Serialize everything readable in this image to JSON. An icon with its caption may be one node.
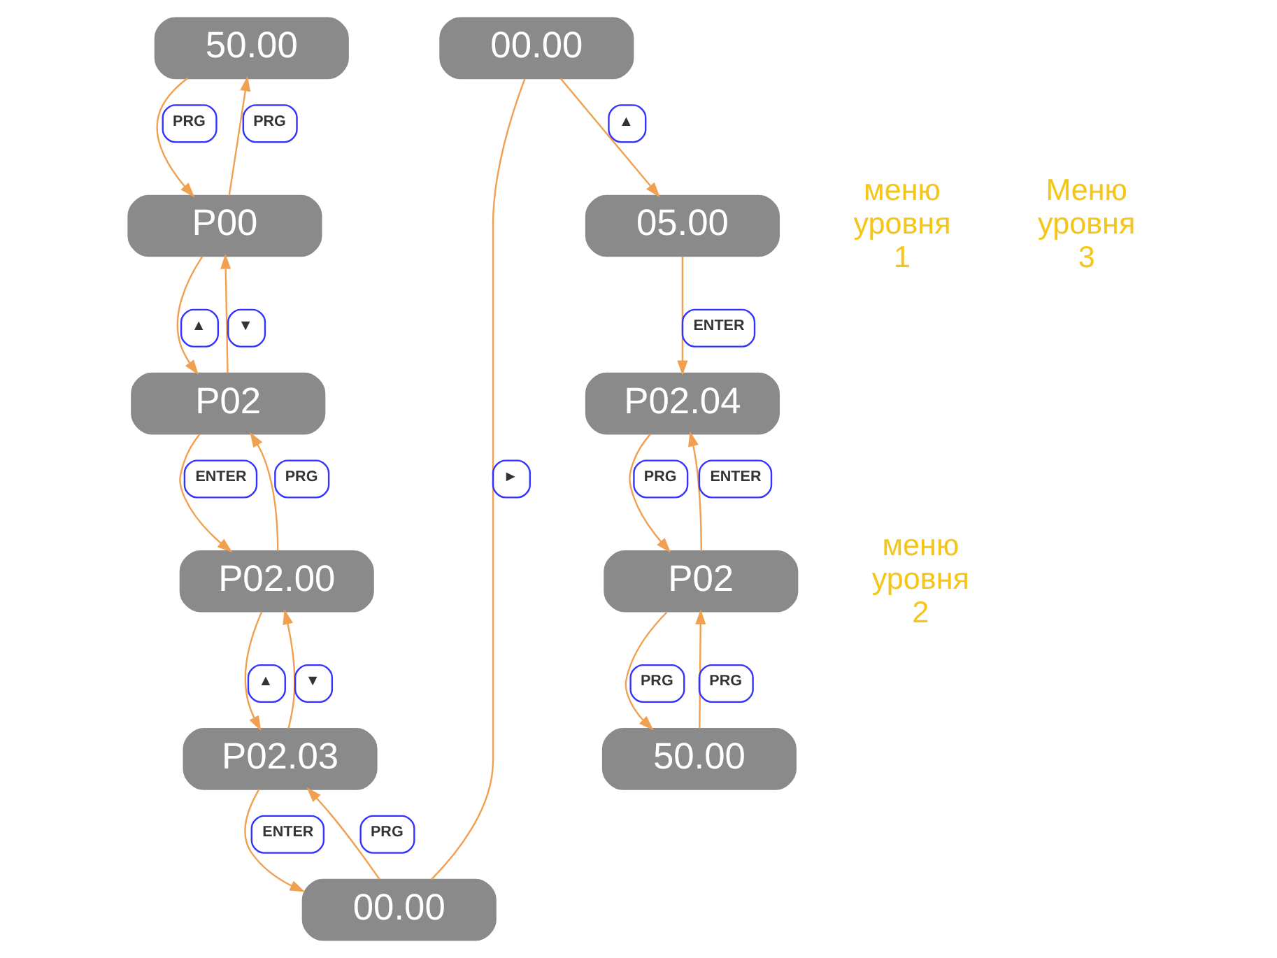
{
  "diagram": {
    "nodes": [
      {
        "text": [
          "50.00"
        ]
      },
      {
        "text": [
          "P00"
        ]
      },
      {
        "text": [
          "P02"
        ]
      },
      {
        "text": [
          "P02.00"
        ]
      },
      {
        "text": [
          "P02.03"
        ]
      },
      {
        "text": [
          "00.00"
        ]
      },
      {
        "text": [
          "00.00"
        ]
      },
      {
        "text": [
          "05.00"
        ]
      },
      {
        "text": [
          "P02.04"
        ]
      },
      {
        "text": [
          "P02"
        ]
      },
      {
        "text": [
          "50.00"
        ]
      }
    ],
    "edges": [
      {
        "from": 0,
        "to": 1,
        "arrow": "to",
        "label": "PRG"
      },
      {
        "from": 1,
        "to": 0,
        "arrow": "to",
        "label": "PRG"
      },
      {
        "from": 1,
        "to": 2,
        "arrow": "to",
        "label": "▲"
      },
      {
        "from": 2,
        "to": 1,
        "arrow": "to",
        "label": "▼"
      },
      {
        "from": 2,
        "to": 3,
        "arrow": "to",
        "label": "ENTER"
      },
      {
        "from": 3,
        "to": 2,
        "arrow": "to",
        "label": "PRG"
      },
      {
        "from": 3,
        "to": 4,
        "arrow": "to",
        "label": "▲"
      },
      {
        "from": 4,
        "to": 3,
        "arrow": "to",
        "label": "▼"
      },
      {
        "from": 4,
        "to": 5,
        "arrow": "to",
        "label": "ENTER"
      },
      {
        "from": 5,
        "to": 4,
        "arrow": "to",
        "label": "PRG"
      },
      {
        "from": 5,
        "to": 6,
        "arrow": "none",
        "label": "►"
      },
      {
        "from": 6,
        "to": 7,
        "arrow": "to",
        "label": "▲"
      },
      {
        "from": 7,
        "to": 8,
        "arrow": "to",
        "label": "ENTER"
      },
      {
        "from": 8,
        "to": 9,
        "arrow": "to",
        "label": "PRG"
      },
      {
        "from": 9,
        "to": 8,
        "arrow": "to",
        "label": "ENTER"
      },
      {
        "from": 9,
        "to": 10,
        "arrow": "to",
        "label": "PRG"
      },
      {
        "from": 10,
        "to": 9,
        "arrow": "to",
        "label": "PRG"
      }
    ],
    "labels": [
      "меню уровня 1",
      "меню уровня 2",
      "Меню уровня 3"
    ]
  }
}
